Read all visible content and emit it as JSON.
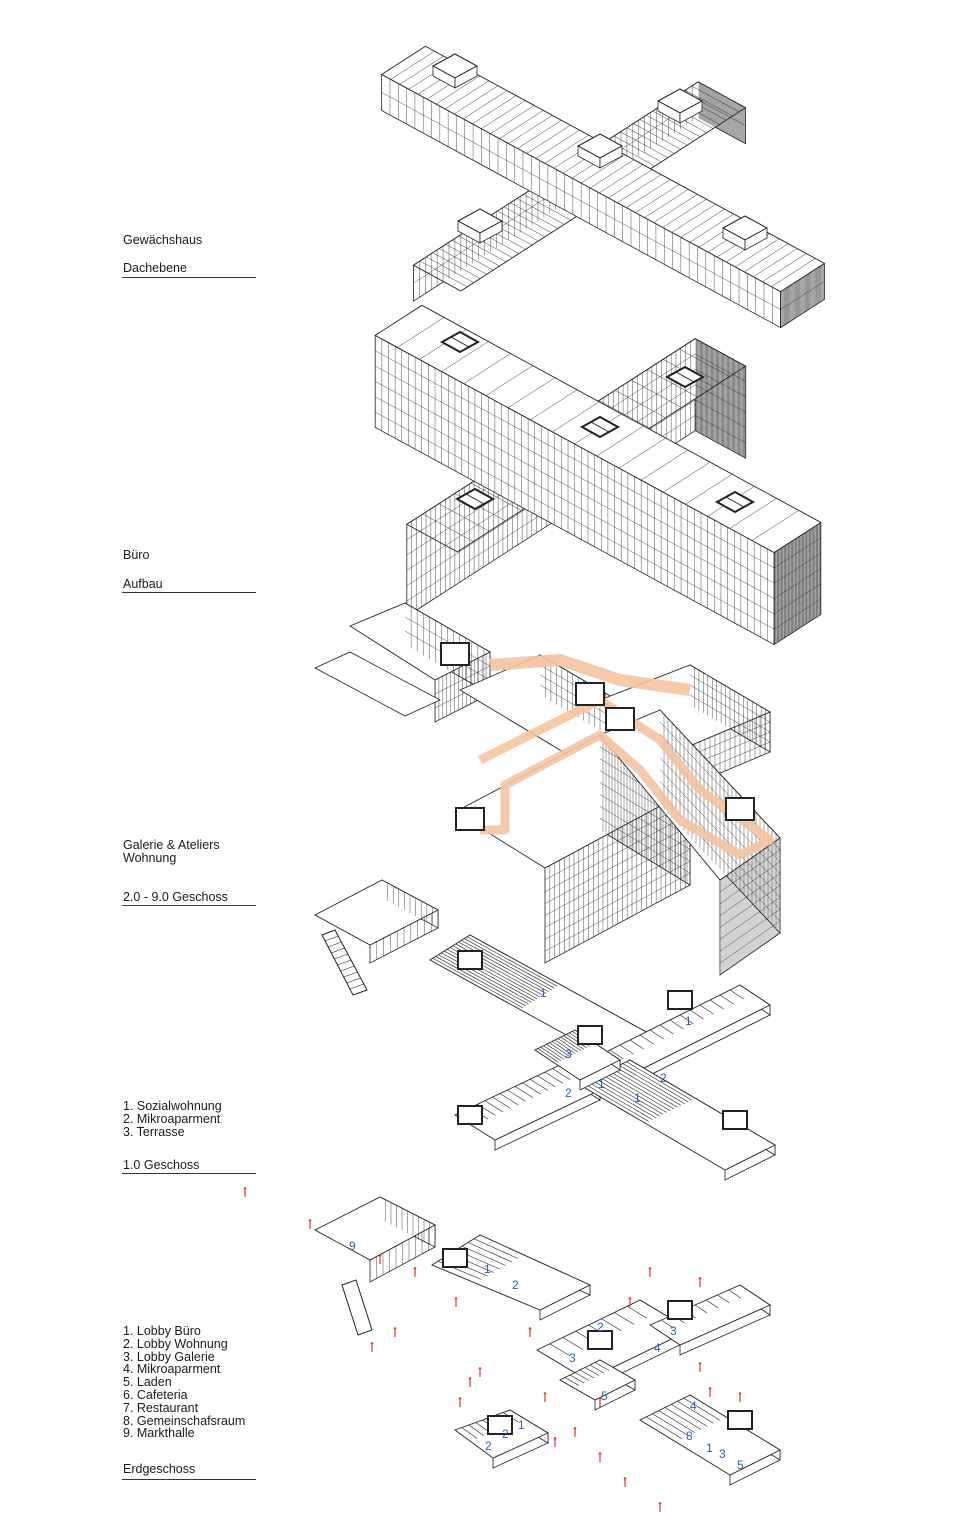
{
  "levels": {
    "roof": {
      "title": "Gewächshaus",
      "floor": "Dachebene"
    },
    "office": {
      "title": "Büro",
      "floor": "Aufbau"
    },
    "upper": {
      "title": "Galerie & Ateliers\nWohnung",
      "floor": "2.0 - 9.0 Geschoss"
    },
    "first": {
      "legend": [
        "1. Sozialwohnung",
        "2. Mikroaparment",
        "3. Terrasse"
      ],
      "floor": "1.0 Geschoss"
    },
    "ground": {
      "legend": [
        "1. Lobby Büro",
        "2. Lobby Wohnung",
        "3. Lobby Galerie",
        "4. Mikroaparment",
        "5. Laden",
        "6. Cafeteria",
        "7. Restaurant",
        "8. Gemeinschafsraum",
        "9. Markthalle"
      ],
      "floor": "Erdgeschoss"
    }
  },
  "numbers_first": [
    "1",
    "1",
    "2",
    "2",
    "1",
    "1",
    "3"
  ],
  "numbers_ground": [
    "9",
    "1",
    "2",
    "2",
    "3",
    "4",
    "5",
    "2",
    "8",
    "1",
    "3",
    "5",
    "1",
    "2",
    "3",
    "4"
  ],
  "colors": {
    "line": "#222222",
    "accent": "#f4c3a1",
    "numbers": "#2a63b0",
    "people": "#d33a2c"
  }
}
